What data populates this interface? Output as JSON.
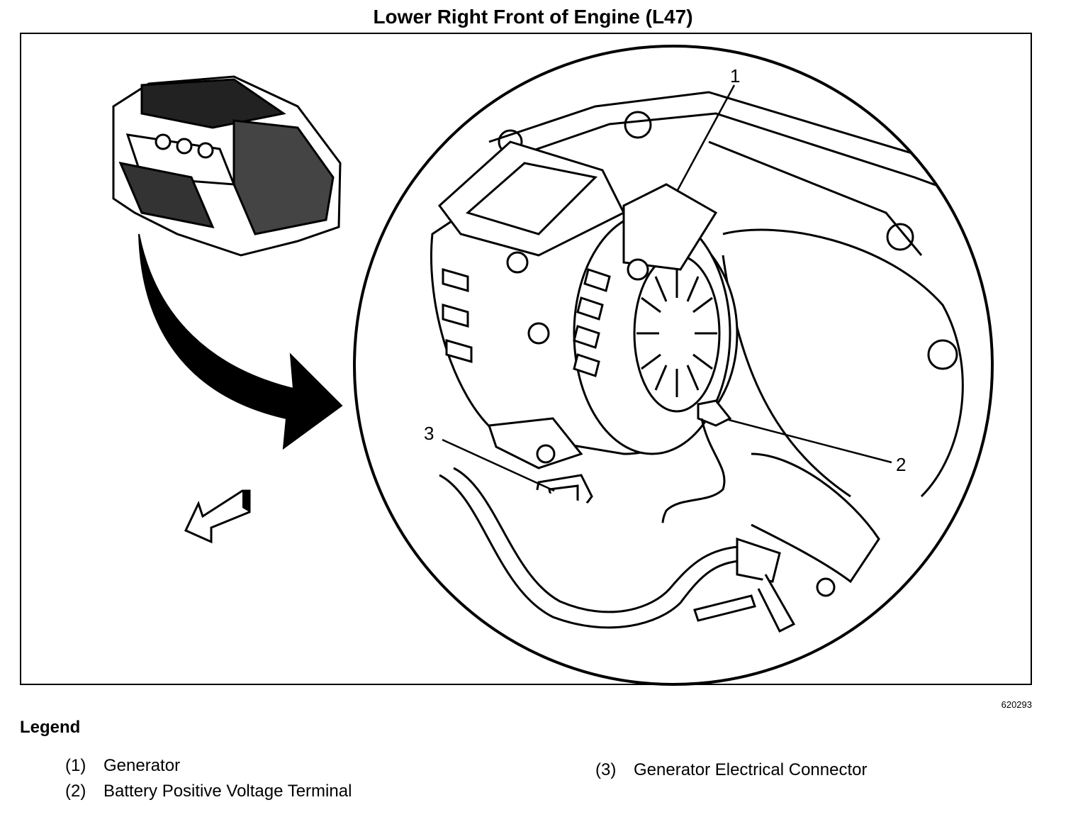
{
  "title": "Lower Right Front of Engine (L47)",
  "figure_number": "620293",
  "callouts": [
    "1",
    "2",
    "3"
  ],
  "legend": {
    "heading": "Legend",
    "items": [
      {
        "num": "(1)",
        "label": "Generator"
      },
      {
        "num": "(2)",
        "label": "Battery Positive Voltage Terminal"
      },
      {
        "num": "(3)",
        "label": "Generator Electrical Connector"
      }
    ]
  }
}
